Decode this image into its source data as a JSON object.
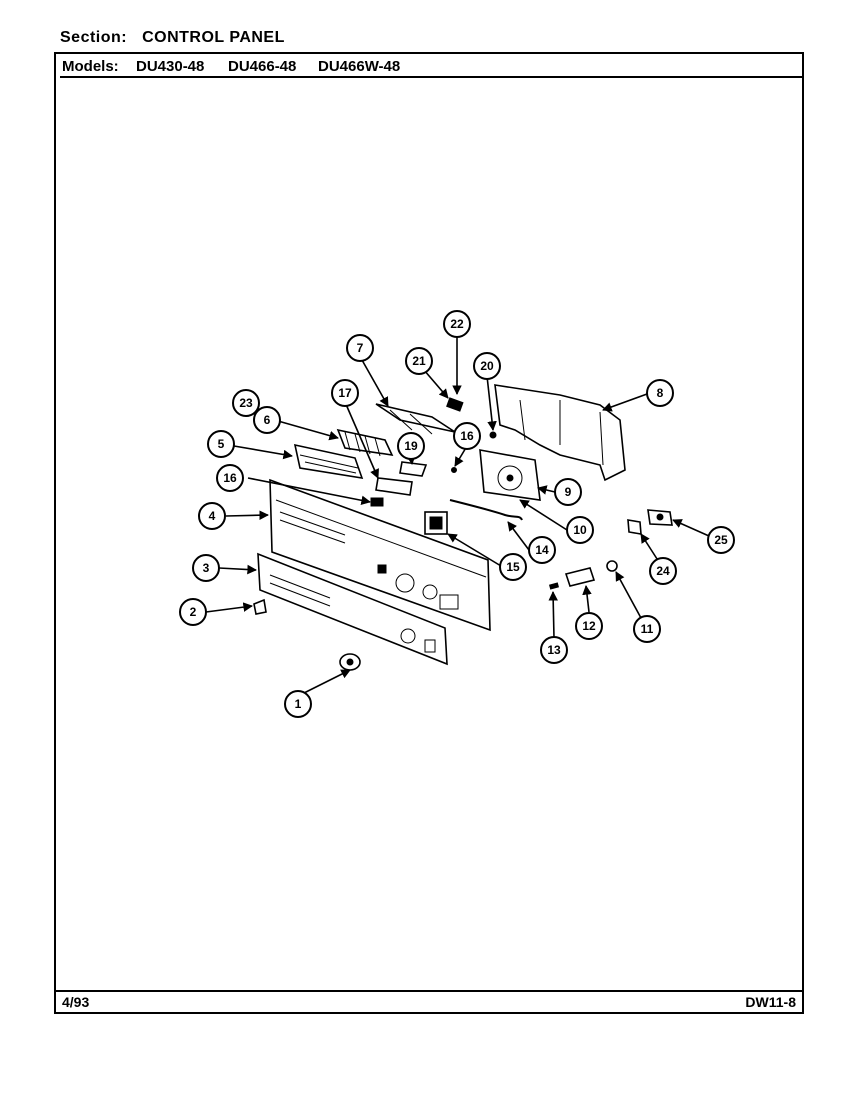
{
  "header": {
    "section_label": "Section:",
    "section_value": "CONTROL PANEL",
    "models_label": "Models:",
    "models": [
      "DU430-48",
      "DU466-48",
      "DU466W-48"
    ]
  },
  "footer": {
    "date": "4/93",
    "code": "DW11-8"
  },
  "callouts": [
    "1",
    "2",
    "3",
    "4",
    "5",
    "6",
    "7",
    "8",
    "9",
    "10",
    "11",
    "12",
    "13",
    "14",
    "15",
    "16",
    "16",
    "17",
    "19",
    "20",
    "21",
    "22",
    "23",
    "24",
    "25"
  ]
}
